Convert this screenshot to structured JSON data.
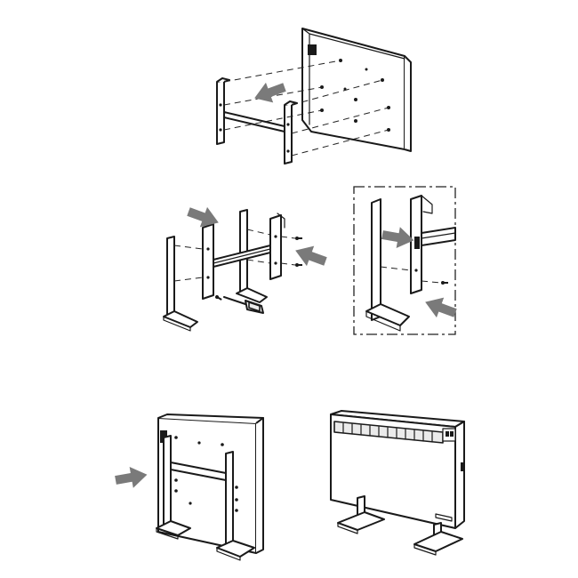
{
  "figure": {
    "kind": "assembly-instructions",
    "steps": [
      {
        "id": "step-1",
        "content": "mount-feet-frame-to-heater-back"
      },
      {
        "id": "step-2",
        "content": "assemble-feet-with-crossbar-and-screws"
      },
      {
        "id": "step-2-detail",
        "content": "detail-of-screw-fixing"
      },
      {
        "id": "step-3",
        "content": "attach-heater-to-frame"
      },
      {
        "id": "step-4",
        "content": "assembled-heater"
      }
    ],
    "icons": [
      "arrow-icon",
      "screwdriver-icon",
      "screw-icon"
    ],
    "colors": {
      "line": "#1a1a1a",
      "arrow": "#7a7a7a",
      "panel": "#ffffff",
      "shade": "#ebebeb"
    }
  }
}
